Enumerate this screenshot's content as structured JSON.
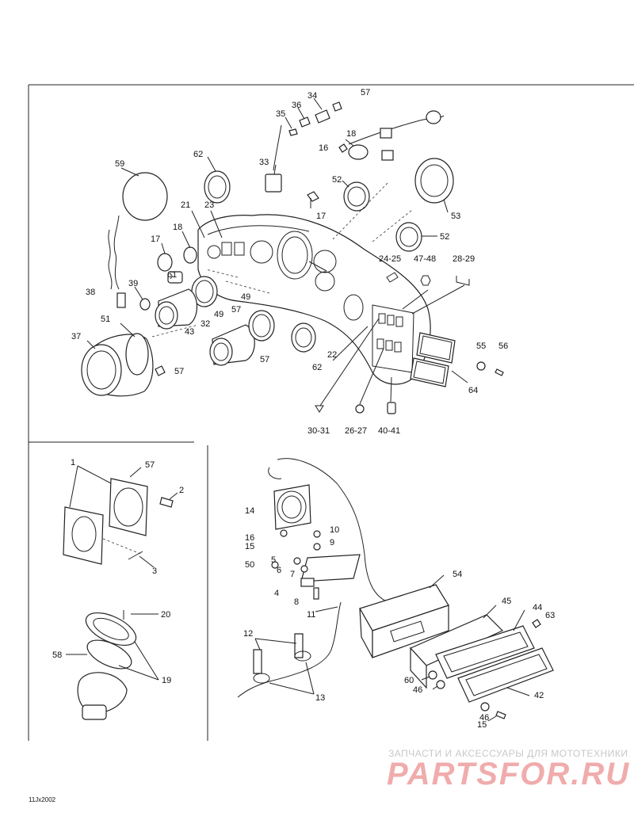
{
  "diagram": {
    "drawing_code": "11Jx2002",
    "watermark": {
      "line1": "ЗАПЧАСТИ И АКСЕССУАРЫ ДЛЯ МОТОТЕХНИКИ",
      "logo": "PARTSFOR.RU"
    },
    "callouts": [
      {
        "id": "c57a",
        "text": "57"
      },
      {
        "id": "c34",
        "text": "34"
      },
      {
        "id": "c36",
        "text": "36"
      },
      {
        "id": "c35",
        "text": "35"
      },
      {
        "id": "c18a",
        "text": "18"
      },
      {
        "id": "c16a",
        "text": "16"
      },
      {
        "id": "c62a",
        "text": "62"
      },
      {
        "id": "c33",
        "text": "33"
      },
      {
        "id": "c59",
        "text": "59"
      },
      {
        "id": "c52a",
        "text": "52"
      },
      {
        "id": "c21",
        "text": "21"
      },
      {
        "id": "c23",
        "text": "23"
      },
      {
        "id": "c17a",
        "text": "17"
      },
      {
        "id": "c53",
        "text": "53"
      },
      {
        "id": "c17b",
        "text": "17"
      },
      {
        "id": "c18b",
        "text": "18"
      },
      {
        "id": "c52b",
        "text": "52"
      },
      {
        "id": "c2425",
        "text": "24-25"
      },
      {
        "id": "c4748",
        "text": "47-48"
      },
      {
        "id": "c2829",
        "text": "28-29"
      },
      {
        "id": "c61",
        "text": "61"
      },
      {
        "id": "c38",
        "text": "38"
      },
      {
        "id": "c39",
        "text": "39"
      },
      {
        "id": "c49a",
        "text": "49"
      },
      {
        "id": "c57b",
        "text": "57"
      },
      {
        "id": "c49b",
        "text": "49"
      },
      {
        "id": "c51",
        "text": "51"
      },
      {
        "id": "c32",
        "text": "32"
      },
      {
        "id": "c43",
        "text": "43"
      },
      {
        "id": "c37",
        "text": "37"
      },
      {
        "id": "c55",
        "text": "55"
      },
      {
        "id": "c56",
        "text": "56"
      },
      {
        "id": "c22",
        "text": "22"
      },
      {
        "id": "c57c",
        "text": "57"
      },
      {
        "id": "c57d",
        "text": "57"
      },
      {
        "id": "c62b",
        "text": "62"
      },
      {
        "id": "c64",
        "text": "64"
      },
      {
        "id": "c3031",
        "text": "30-31"
      },
      {
        "id": "c2627",
        "text": "26-27"
      },
      {
        "id": "c4041",
        "text": "40-41"
      },
      {
        "id": "c1",
        "text": "1"
      },
      {
        "id": "c57e",
        "text": "57"
      },
      {
        "id": "c2",
        "text": "2"
      },
      {
        "id": "c3",
        "text": "3"
      },
      {
        "id": "c20",
        "text": "20"
      },
      {
        "id": "c58",
        "text": "58"
      },
      {
        "id": "c19",
        "text": "19"
      },
      {
        "id": "c14",
        "text": "14"
      },
      {
        "id": "c10",
        "text": "10"
      },
      {
        "id": "c16b",
        "text": "16"
      },
      {
        "id": "c9",
        "text": "9"
      },
      {
        "id": "c15a",
        "text": "15"
      },
      {
        "id": "c5",
        "text": "5"
      },
      {
        "id": "c50",
        "text": "50"
      },
      {
        "id": "c6",
        "text": "6"
      },
      {
        "id": "c7",
        "text": "7"
      },
      {
        "id": "c4",
        "text": "4"
      },
      {
        "id": "c8",
        "text": "8"
      },
      {
        "id": "c54",
        "text": "54"
      },
      {
        "id": "c11",
        "text": "11"
      },
      {
        "id": "c45",
        "text": "45"
      },
      {
        "id": "c44",
        "text": "44"
      },
      {
        "id": "c63",
        "text": "63"
      },
      {
        "id": "c12",
        "text": "12"
      },
      {
        "id": "c60",
        "text": "60"
      },
      {
        "id": "c46a",
        "text": "46"
      },
      {
        "id": "c13",
        "text": "13"
      },
      {
        "id": "c42",
        "text": "42"
      },
      {
        "id": "c46b",
        "text": "46"
      },
      {
        "id": "c15b",
        "text": "15"
      }
    ]
  }
}
